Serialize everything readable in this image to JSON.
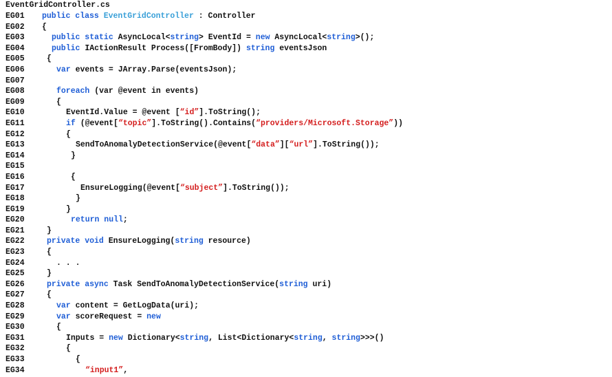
{
  "file": {
    "title": "EventGridController.cs"
  },
  "colors": {
    "keyword": "#1f5ed6",
    "class_name": "#3aa0d8",
    "string": "#d41e1e",
    "text": "#111111",
    "background": "#ffffff"
  },
  "lines": [
    {
      "num": "EG01",
      "indent": 0,
      "tokens": [
        [
          "k",
          "public class "
        ],
        [
          "t",
          "EventGridController"
        ],
        [
          "p",
          " : Controller"
        ]
      ]
    },
    {
      "num": "EG02",
      "indent": 0,
      "tokens": [
        [
          "p",
          "{"
        ]
      ]
    },
    {
      "num": "EG03",
      "indent": 2,
      "tokens": [
        [
          "k",
          "public static "
        ],
        [
          "p",
          "AsyncLocal<"
        ],
        [
          "k",
          "string"
        ],
        [
          "p",
          "> EventId = "
        ],
        [
          "k",
          "new "
        ],
        [
          "p",
          "AsyncLocal<"
        ],
        [
          "k",
          "string"
        ],
        [
          "p",
          ">();"
        ]
      ]
    },
    {
      "num": "EG04",
      "indent": 2,
      "tokens": [
        [
          "k",
          "public "
        ],
        [
          "p",
          "IActionResult Process([FromBody]) "
        ],
        [
          "k",
          "string "
        ],
        [
          "p",
          "eventsJson"
        ]
      ]
    },
    {
      "num": "EG05",
      "indent": 1,
      "tokens": [
        [
          "p",
          "{"
        ]
      ]
    },
    {
      "num": "EG06",
      "indent": 3,
      "tokens": [
        [
          "k",
          "var "
        ],
        [
          "p",
          "events = JArray.Parse(eventsJson);"
        ]
      ]
    },
    {
      "num": "EG07",
      "indent": 0,
      "tokens": []
    },
    {
      "num": "EG08",
      "indent": 3,
      "tokens": [
        [
          "k",
          "foreach "
        ],
        [
          "p",
          "(var @event in events)"
        ]
      ]
    },
    {
      "num": "EG09",
      "indent": 3,
      "tokens": [
        [
          "p",
          "{"
        ]
      ]
    },
    {
      "num": "EG10",
      "indent": 5,
      "tokens": [
        [
          "p",
          "EventId.Value = @event ["
        ],
        [
          "s",
          "“id”"
        ],
        [
          "p",
          "].ToString();"
        ]
      ]
    },
    {
      "num": "EG11",
      "indent": 5,
      "tokens": [
        [
          "k",
          "if "
        ],
        [
          "p",
          "(@event["
        ],
        [
          "s",
          "“topic”"
        ],
        [
          "p",
          "].ToString().Contains("
        ],
        [
          "s",
          "“providers/Microsoft.Storage”"
        ],
        [
          "p",
          "))"
        ]
      ]
    },
    {
      "num": "EG12",
      "indent": 5,
      "tokens": [
        [
          "p",
          "{"
        ]
      ]
    },
    {
      "num": "EG13",
      "indent": 7,
      "tokens": [
        [
          "p",
          "SendToAnomalyDetectionService(@event["
        ],
        [
          "s",
          "“data”"
        ],
        [
          "p",
          "]["
        ],
        [
          "s",
          "“url”"
        ],
        [
          "p",
          "].ToString());"
        ]
      ]
    },
    {
      "num": "EG14",
      "indent": 6,
      "tokens": [
        [
          "p",
          "}"
        ]
      ]
    },
    {
      "num": "EG15",
      "indent": 0,
      "tokens": []
    },
    {
      "num": "EG16",
      "indent": 6,
      "tokens": [
        [
          "p",
          "{"
        ]
      ]
    },
    {
      "num": "EG17",
      "indent": 8,
      "tokens": [
        [
          "p",
          "EnsureLogging(@event["
        ],
        [
          "s",
          "“subject”"
        ],
        [
          "p",
          "].ToString());"
        ]
      ]
    },
    {
      "num": "EG18",
      "indent": 7,
      "tokens": [
        [
          "p",
          "}"
        ]
      ]
    },
    {
      "num": "EG19",
      "indent": 5,
      "tokens": [
        [
          "p",
          "}"
        ]
      ]
    },
    {
      "num": "EG20",
      "indent": 6,
      "tokens": [
        [
          "k",
          "return null"
        ],
        [
          "p",
          ";"
        ]
      ]
    },
    {
      "num": "EG21",
      "indent": 1,
      "tokens": [
        [
          "p",
          "}"
        ]
      ]
    },
    {
      "num": "EG22",
      "indent": 1,
      "tokens": [
        [
          "k",
          "private void "
        ],
        [
          "p",
          "EnsureLogging("
        ],
        [
          "k",
          "string "
        ],
        [
          "p",
          "resource)"
        ]
      ]
    },
    {
      "num": "EG23",
      "indent": 1,
      "tokens": [
        [
          "p",
          "{"
        ]
      ]
    },
    {
      "num": "EG24",
      "indent": 3,
      "tokens": [
        [
          "p",
          ". . ."
        ]
      ]
    },
    {
      "num": "EG25",
      "indent": 1,
      "tokens": [
        [
          "p",
          "}"
        ]
      ]
    },
    {
      "num": "EG26",
      "indent": 1,
      "tokens": [
        [
          "k",
          "private async "
        ],
        [
          "p",
          "Task SendToAnomalyDetectionService("
        ],
        [
          "k",
          "string "
        ],
        [
          "p",
          "uri)"
        ]
      ]
    },
    {
      "num": "EG27",
      "indent": 1,
      "tokens": [
        [
          "p",
          "{"
        ]
      ]
    },
    {
      "num": "EG28",
      "indent": 3,
      "tokens": [
        [
          "k",
          "var "
        ],
        [
          "p",
          "content = GetLogData(uri);"
        ]
      ]
    },
    {
      "num": "EG29",
      "indent": 3,
      "tokens": [
        [
          "k",
          "var "
        ],
        [
          "p",
          "scoreRequest = "
        ],
        [
          "k",
          "new"
        ]
      ]
    },
    {
      "num": "EG30",
      "indent": 3,
      "tokens": [
        [
          "p",
          "{"
        ]
      ]
    },
    {
      "num": "EG31",
      "indent": 5,
      "tokens": [
        [
          "p",
          "Inputs = "
        ],
        [
          "k",
          "new "
        ],
        [
          "p",
          "Dictionary<"
        ],
        [
          "k",
          "string"
        ],
        [
          "p",
          ", List<Dictionary<"
        ],
        [
          "k",
          "string"
        ],
        [
          "p",
          ", "
        ],
        [
          "k",
          "string"
        ],
        [
          "p",
          ">>>()"
        ]
      ]
    },
    {
      "num": "EG32",
      "indent": 5,
      "tokens": [
        [
          "p",
          "{"
        ]
      ]
    },
    {
      "num": "EG33",
      "indent": 7,
      "tokens": [
        [
          "p",
          "{"
        ]
      ]
    },
    {
      "num": "EG34",
      "indent": 9,
      "tokens": [
        [
          "s",
          "“input1”"
        ],
        [
          "p",
          ","
        ]
      ]
    }
  ]
}
